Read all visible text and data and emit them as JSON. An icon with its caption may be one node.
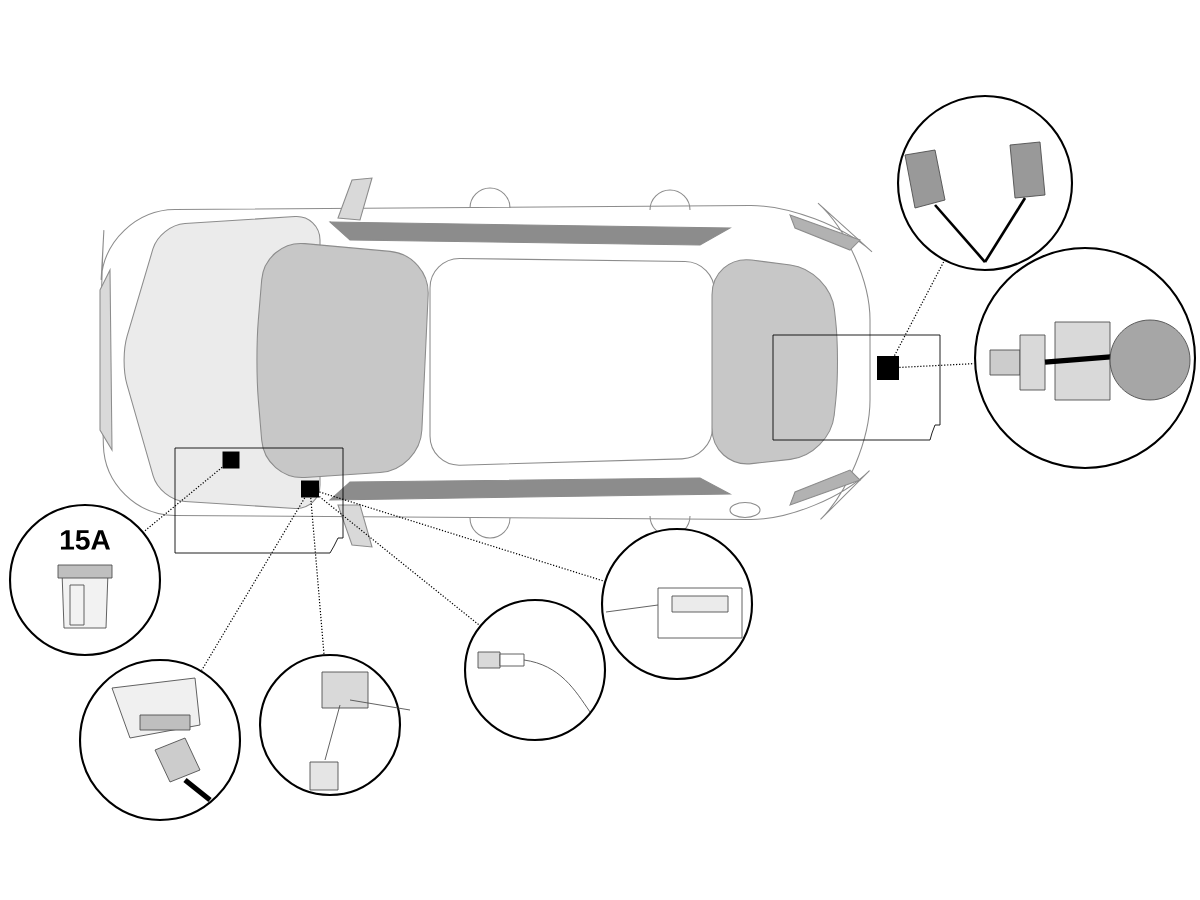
{
  "diagram": {
    "nodes": [
      {
        "text": [
          "15A"
        ]
      },
      {
        "text": [],
        "shape": "picture"
      },
      {
        "text": [],
        "shape": "picture"
      },
      {
        "text": [],
        "shape": "picture"
      },
      {
        "text": [],
        "shape": "picture"
      },
      {
        "text": [],
        "shape": "picture"
      },
      {
        "text": [],
        "shape": "picture"
      },
      {
        "text": [],
        "shape": "box"
      },
      {
        "text": [],
        "shape": "box"
      },
      {
        "text": [],
        "shape": "box"
      }
    ],
    "edges": [
      {
        "from": 7,
        "to": 0,
        "arrow": "none"
      },
      {
        "from": 8,
        "to": 1,
        "arrow": "none"
      },
      {
        "from": 8,
        "to": 2,
        "arrow": "none"
      },
      {
        "from": 8,
        "to": 3,
        "arrow": "none"
      },
      {
        "from": 8,
        "to": 4,
        "arrow": "none"
      },
      {
        "from": 9,
        "to": 5,
        "arrow": "none"
      },
      {
        "from": 9,
        "to": 6,
        "arrow": "none"
      }
    ]
  }
}
